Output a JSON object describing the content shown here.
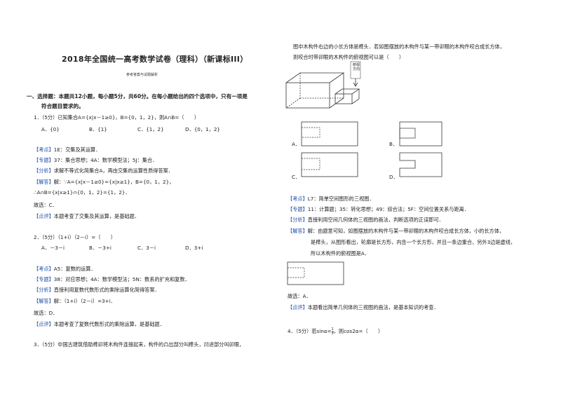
{
  "header": {
    "title": "2018年全国统一高考数学试卷（理科）（新课标III）",
    "subtitle": "参考答案与试题解析"
  },
  "section1": {
    "heading": "一、选择题：本题共12小题，每小题5分，共60分。在每小题给出的四个选项中，只有一项是",
    "heading2": "符合题目要求的。"
  },
  "labels": {
    "kaodian": "考点",
    "zhuanti": "专题",
    "fenxi": "分析",
    "jieda": "解答",
    "dianping": "点评"
  },
  "q1": {
    "stem": "1．（5分）已知集合A={x|x－1≥0}，B={0，1，2}，则A∩B=（　　）",
    "options": [
      "A．{0}",
      "B．{1}",
      "C．{1，2}",
      "D．{0，1，2}"
    ],
    "kaodian": "1E：交集及其运算．",
    "zhuanti": "37：集合思想；4A：数学模型法；5J：集合．",
    "fenxi": "求解不等式化简集合A，再由交集的运算性质得答案．",
    "jieda1": "解：∵A={x|x－1≥0}={x|x≥1}，B={0，1，2}，",
    "jieda2": "∴A∩B={x|x≥1}∩{0，1，2}={1，2}．",
    "answer": "故选：C．",
    "dianping": "本题考查了交集及其运算，是基础题．"
  },
  "q2": {
    "stem": "2．（5分）（1+i）（2－i）=（　　）",
    "options": [
      "A．－3－i",
      "B．－3+i",
      "C．3－i",
      "D．3+i"
    ],
    "kaodian": "A5：复数的运算．",
    "zhuanti": "38：对应思想；4A：数学模型法；5N：数系的扩充和复数．",
    "fenxi": "直接利用复数代数形式的乘除运算化简得答案．",
    "jieda": "解：（1+i）（2－i）=3+i．",
    "answer": "故选：D．",
    "dianping": "本题考查了复数代数形式的乘除运算，是基础题．"
  },
  "q3": {
    "stem1": "3．（5分）中国古建筑借助榫卯将木构件连接起来，构件的凸出部分叫榫头，凹进部分叫卯眼，",
    "stem2": "图中木构件右边的小长方体是榫头．若如图摆放的木构件与某一带卯眼的木构件咬合成长方体，",
    "stem3": "则咬合时带卯眼的木构件的俯视图可以是（　　）",
    "view_label": "俯视方向",
    "options": [
      "A．",
      "B．",
      "C．",
      "D．"
    ],
    "kaodian": "L7：简单空间图形的三视图．",
    "zhuanti": "11：计算题；35：转化思想；49：综合法；5F：空间位置关系与距离．",
    "fenxi": "直接利用空间几何体的三视图的画法，判断选项的正误即可．",
    "jieda1": "解：由题意可知，如图摆放的木构件与某一带卯眼的木构件咬合成长方体，小的长方体，",
    "jieda2": "是榫头，从图形看出，轮廓是长方形，内含一个长方形，并且一条边重合，另外3边是虚线，",
    "jieda3": "所以木构件的俯视图是A．",
    "answer": "故选：A．",
    "dianping": "本题看出简单几何体的三视图的画法，是基本知识的考查．"
  },
  "q4": {
    "stem_prefix": "4．（5分）若sinα=",
    "frac_num": "1",
    "frac_den": "3",
    "stem_suffix": "，则cos2α=（　　）"
  }
}
